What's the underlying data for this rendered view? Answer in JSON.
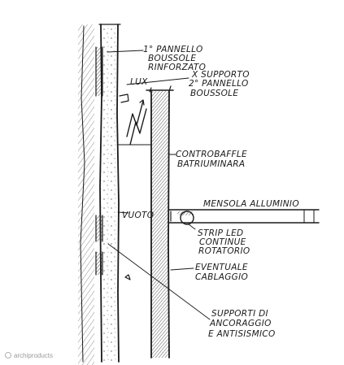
{
  "labels": {
    "panel1_line1": "1° PANNELLO",
    "panel1_line2": "BOUSSOLE",
    "panel1_line3": "RINFORZATO",
    "support_line1": "X SUPPORTO",
    "support_line2": "2° PANNELLO",
    "support_line3": "BOUSSOLE",
    "lux": "LUX",
    "counter_line1": "CONTROBAFFLE",
    "counter_line2": "BATRIUMINARA",
    "vuoto": "VUOTO",
    "bracket": "MENSOLA ALLUMINIO",
    "strip_line1": "STRIP LED",
    "strip_line2": "CONTINUE",
    "strip_line3": "ROTATORIO",
    "cable_line1": "EVENTUALE",
    "cable_line2": "CABLAGGIO",
    "anchor_line1": "SUPPORTI DI",
    "anchor_line2": "ANCORAGGIO",
    "anchor_line3": "E ANTISISMICO",
    "watermark": "archiproducts"
  },
  "colors": {
    "ink": "#1a1a1a",
    "paper": "#ffffff",
    "watermark": "#9a9a9a"
  }
}
